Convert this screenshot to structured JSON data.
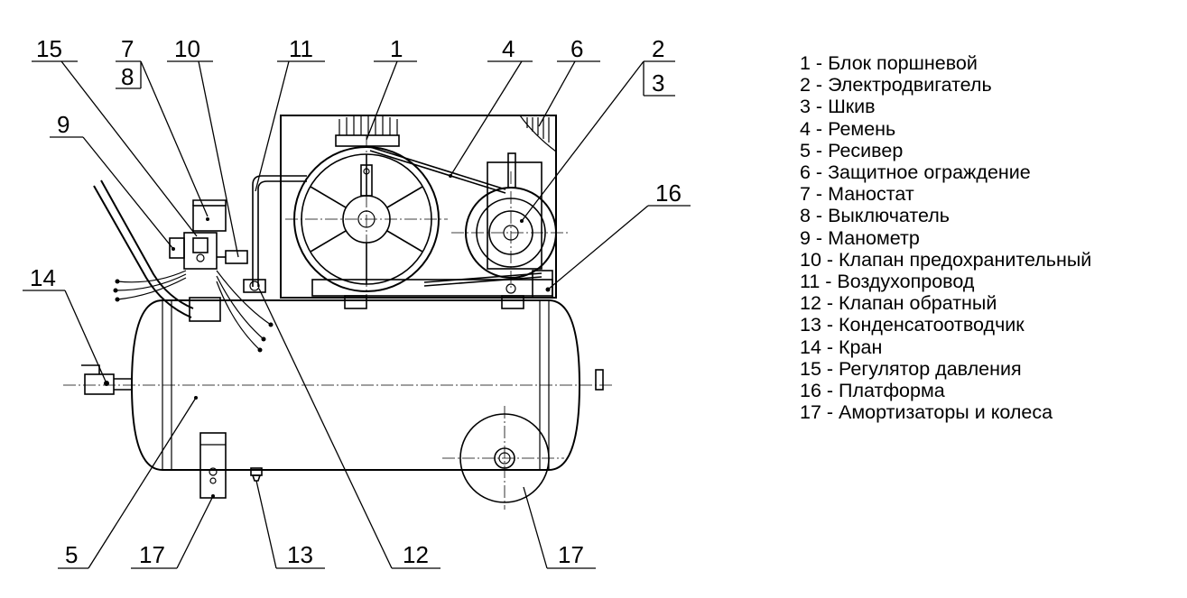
{
  "callouts": [
    {
      "id": "15",
      "text": "15"
    },
    {
      "id": "7",
      "text": "7"
    },
    {
      "id": "8",
      "text": "8"
    },
    {
      "id": "10",
      "text": "10"
    },
    {
      "id": "11",
      "text": "11"
    },
    {
      "id": "1",
      "text": "1"
    },
    {
      "id": "4",
      "text": "4"
    },
    {
      "id": "6",
      "text": "6"
    },
    {
      "id": "2",
      "text": "2"
    },
    {
      "id": "3",
      "text": "3"
    },
    {
      "id": "9",
      "text": "9"
    },
    {
      "id": "16",
      "text": "16"
    },
    {
      "id": "14",
      "text": "14"
    },
    {
      "id": "5",
      "text": "5"
    },
    {
      "id": "17a",
      "text": "17"
    },
    {
      "id": "13",
      "text": "13"
    },
    {
      "id": "12",
      "text": "12"
    },
    {
      "id": "17b",
      "text": "17"
    }
  ],
  "legend": [
    "1 - Блок поршневой",
    "2 - Электродвигатель",
    "3 - Шкив",
    "4 - Ремень",
    "5 - Ресивер",
    "6 - Защитное ограждение",
    "7 - Маностат",
    "8 - Выключатель",
    "9 - Манометр",
    "10 - Клапан предохранительный",
    "11 - Воздухопровод",
    "12 - Клапан обратный",
    "13 - Конденсатоотводчик",
    "14 - Кран",
    "15 - Регулятор давления",
    "16 - Платформа",
    "17 - Амортизаторы и колеса"
  ]
}
